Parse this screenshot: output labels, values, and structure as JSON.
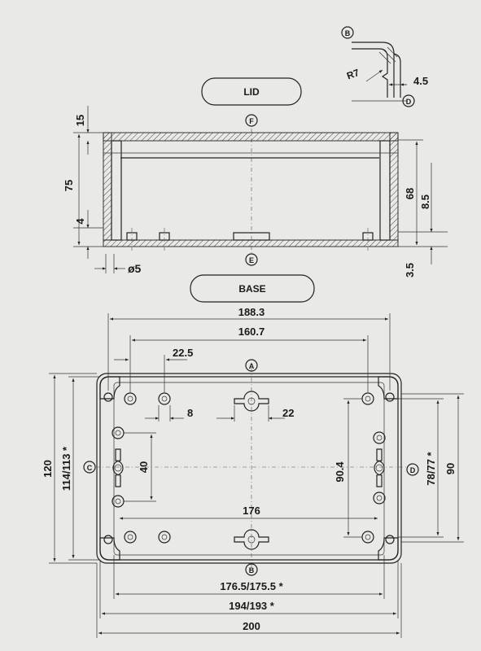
{
  "labels": {
    "lid": "LID",
    "base": "BASE"
  },
  "markers": {
    "a": "A",
    "b": "B",
    "c": "C",
    "d": "D",
    "e": "E",
    "f": "F"
  },
  "detail": {
    "radius": "R7",
    "offset": "4.5"
  },
  "side_view_dims": {
    "lid_height": "15",
    "total_height": "75",
    "bottom": "4",
    "diameter": "ø5",
    "inner_height": "68",
    "right_small": "8.5",
    "base_thickness": "3.5"
  },
  "top_view_dims": {
    "width_1883": "188.3",
    "width_1607": "160.7",
    "offset_225": "22.5",
    "spacing_8": "8",
    "slot_22": "22",
    "spacing_40": "40",
    "spacing_176": "176",
    "height_904": "90.4",
    "height_120": "120",
    "height_114": "114/113 *",
    "height_78": "78/77 *",
    "height_90": "90",
    "width_1765": "176.5/175.5 *",
    "width_194": "194/193 *",
    "width_200": "200"
  },
  "colors": {
    "ink": "#1a1a1a",
    "paper": "#e9e9e6"
  }
}
